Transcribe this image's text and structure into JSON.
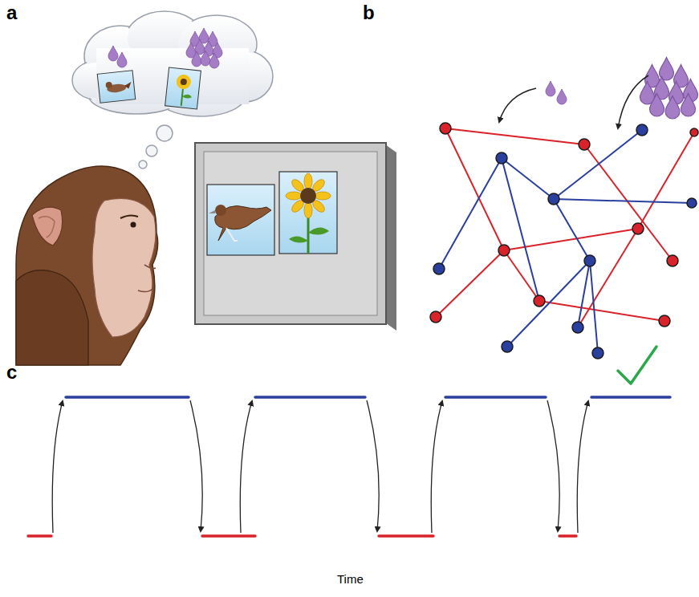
{
  "diagram": {
    "labels": [
      "a",
      "b",
      "c",
      "Time"
    ]
  }
}
